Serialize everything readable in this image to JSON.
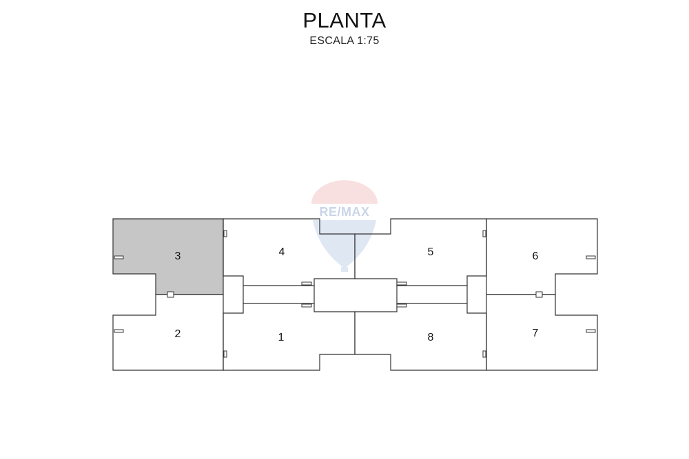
{
  "header": {
    "title": "PLANTA",
    "scale": "ESCALA 1:75"
  },
  "watermark": {
    "text": "RE/MAX",
    "text_color": "#9fb4d6",
    "balloon_top_color": "#f3c5c7",
    "balloon_bottom_color": "#c6d4ea"
  },
  "plan": {
    "wall_color": "#333333",
    "highlight_fill": "#c6c6c6",
    "units": [
      {
        "id": "3",
        "label": "3",
        "highlighted": true
      },
      {
        "id": "4",
        "label": "4",
        "highlighted": false
      },
      {
        "id": "5",
        "label": "5",
        "highlighted": false
      },
      {
        "id": "6",
        "label": "6",
        "highlighted": false
      },
      {
        "id": "2",
        "label": "2",
        "highlighted": false
      },
      {
        "id": "1",
        "label": "1",
        "highlighted": false
      },
      {
        "id": "8",
        "label": "8",
        "highlighted": false
      },
      {
        "id": "7",
        "label": "7",
        "highlighted": false
      }
    ]
  }
}
